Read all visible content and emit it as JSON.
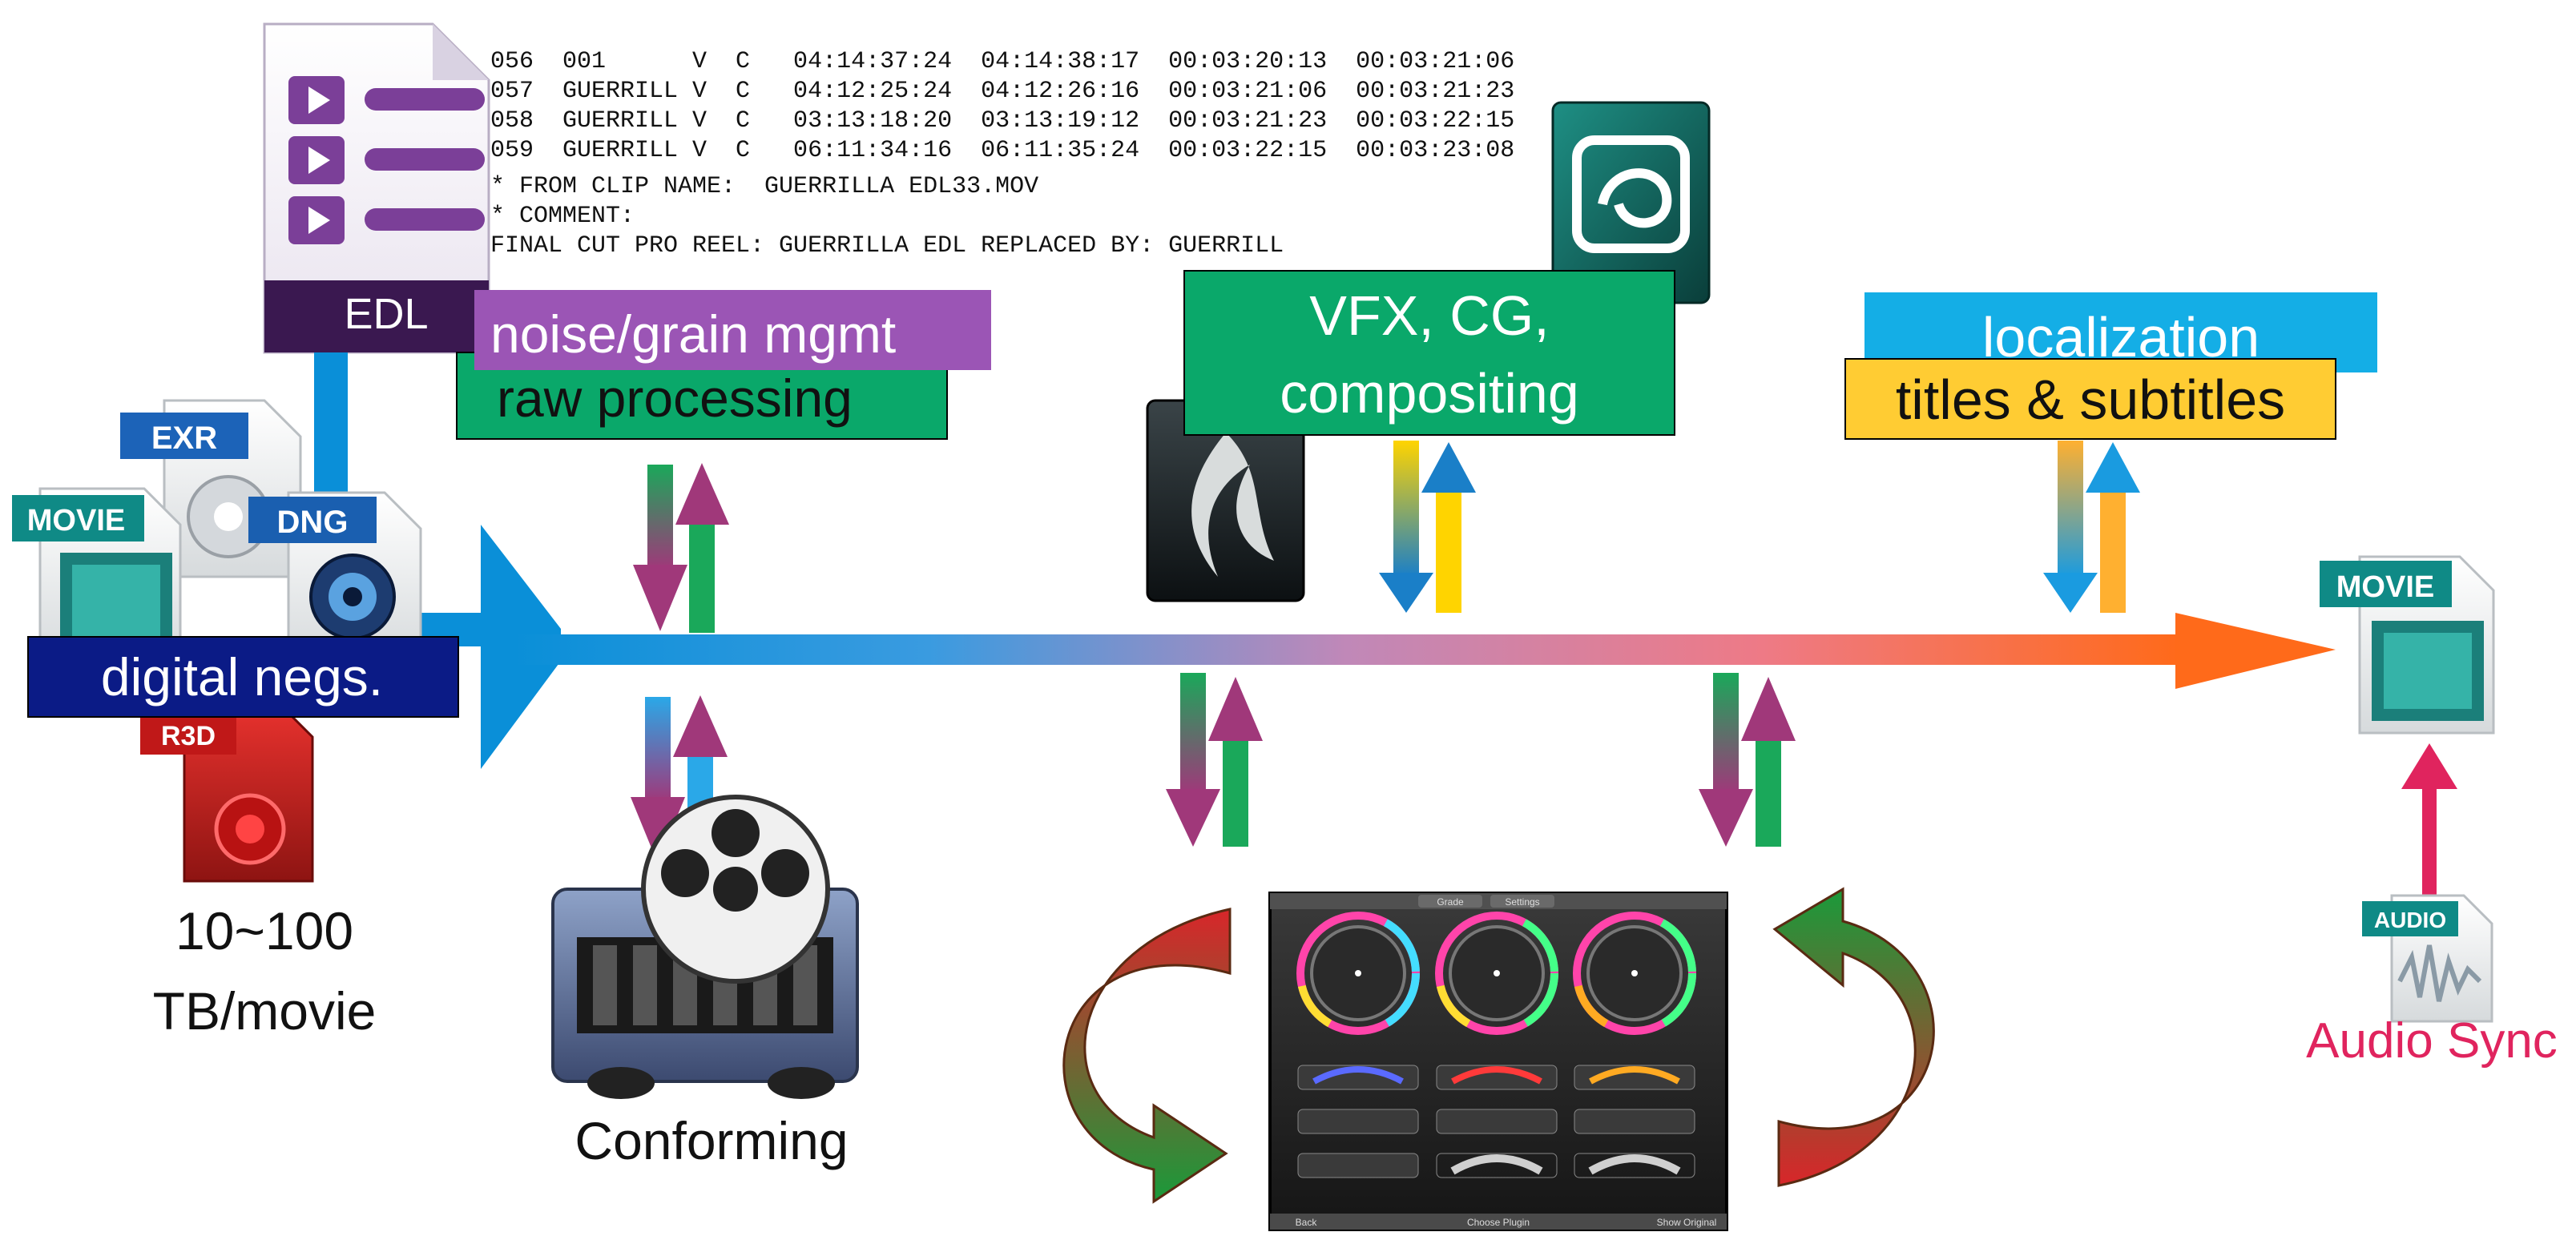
{
  "edl": {
    "rows": [
      "056  001      V  C   04:14:37:24  04:14:38:17  00:03:20:13  00:03:21:06",
      "057  GUERRILL V  C   04:12:25:24  04:12:26:16  00:03:21:06  00:03:21:23",
      "058  GUERRILL V  C   03:13:18:20  03:13:19:12  00:03:21:23  00:03:22:15",
      "059  GUERRILL V  C   06:11:34:16  06:11:35:24  00:03:22:15  00:03:23:08"
    ],
    "notes": [
      "* FROM CLIP NAME:  GUERRILLA EDL33.MOV",
      "* COMMENT:",
      "FINAL CUT PRO REEL: GUERRILLA EDL REPLACED BY: GUERRILL"
    ],
    "icon_label": "EDL"
  },
  "file_icons": {
    "exr": "EXR",
    "movie": "MOVIE",
    "dng": "DNG",
    "r3d": "R3D",
    "movie_out": "MOVIE",
    "audio": "AUDIO"
  },
  "labels": {
    "digital_negs": "digital negs.",
    "storage_line1": "10~100",
    "storage_line2": "TB/movie",
    "noise_grain": "noise/grain mgmt",
    "raw_processing": "raw processing",
    "vfx_line1": "VFX, CG,",
    "vfx_line2": "compositing",
    "localization": "localization",
    "titles": "titles & subtitles",
    "conforming": "Conforming",
    "audio_sync": "Audio Sync"
  },
  "grading_panel": {
    "top_buttons": [
      "Grade",
      "Settings"
    ],
    "bottom_buttons": [
      "Back",
      "Choose Plugin",
      "Show Original"
    ]
  },
  "colors": {
    "blue": "#0a8fd8",
    "orange": "#ff6a1a",
    "green_box": "#0aa86a",
    "purple_box": "#9b55b5",
    "navy_box": "#0b1b86",
    "cyan_box": "#14aee6",
    "yellow_box": "#ffcc33",
    "magenta_text": "#e0245e"
  }
}
